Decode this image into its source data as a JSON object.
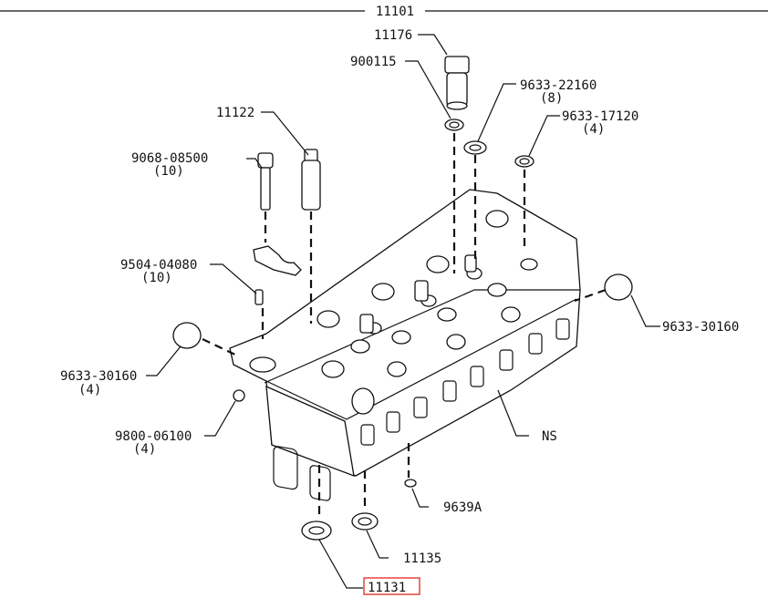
{
  "header": {
    "group_number": "11101"
  },
  "callouts": [
    {
      "id": "c11176",
      "part": "11176",
      "qty": ""
    },
    {
      "id": "c900115",
      "part": "900115",
      "qty": ""
    },
    {
      "id": "c9633_22160",
      "part": "9633-22160",
      "qty": "(8)"
    },
    {
      "id": "c9633_17120",
      "part": "9633-17120",
      "qty": "(4)"
    },
    {
      "id": "c11122",
      "part": "11122",
      "qty": ""
    },
    {
      "id": "c9068_08500",
      "part": "9068-08500",
      "qty": "(10)"
    },
    {
      "id": "c9504_04080",
      "part": "9504-04080",
      "qty": "(10)"
    },
    {
      "id": "c9633_30160_r",
      "part": "9633-30160",
      "qty": ""
    },
    {
      "id": "c9633_30160_l",
      "part": "9633-30160",
      "qty": "(4)"
    },
    {
      "id": "c9800_06100",
      "part": "9800-06100",
      "qty": "(4)"
    },
    {
      "id": "cNS",
      "part": "NS",
      "qty": ""
    },
    {
      "id": "c9639A",
      "part": "9639A",
      "qty": ""
    },
    {
      "id": "c11135",
      "part": "11135",
      "qty": ""
    },
    {
      "id": "c11131",
      "part": "11131",
      "qty": "",
      "highlighted": true
    }
  ],
  "colors": {
    "ink": "#111111",
    "highlight": "#e0281c",
    "background": "#ffffff"
  }
}
